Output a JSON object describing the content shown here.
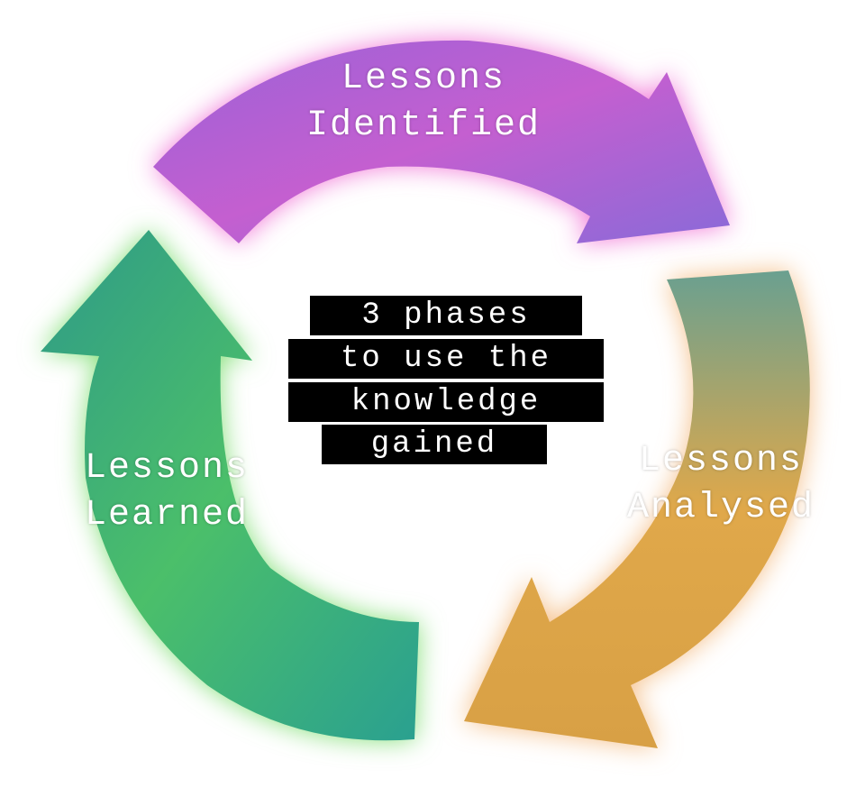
{
  "diagram": {
    "phases": [
      {
        "label_line1": "Lessons",
        "label_line2": "Identified",
        "color": "#b35fd6",
        "glow": "#f06ad8"
      },
      {
        "label_line1": "Lessons",
        "label_line2": "Analysed",
        "color": "#d9a24a",
        "glow": "#f5c58a"
      },
      {
        "label_line1": "Lessons",
        "label_line2": "Learned",
        "color": "#3aaa7a",
        "glow": "#7fe07a"
      }
    ],
    "center_lines": [
      "3 phases",
      "to use the",
      "knowledge",
      "gained"
    ]
  }
}
